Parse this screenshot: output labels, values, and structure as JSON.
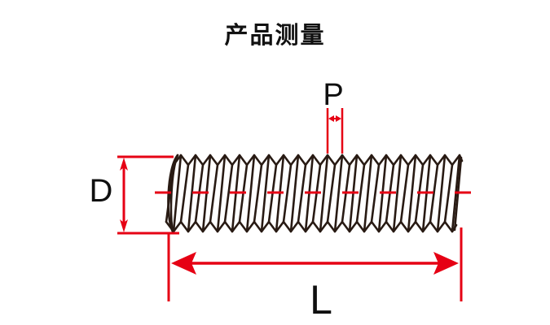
{
  "title": "产品测量",
  "diagram": {
    "labels": {
      "pitch": "P",
      "diameter": "D",
      "length": "L"
    },
    "colors": {
      "dimension_red": "#e60014",
      "thread_outline": "#281a13",
      "label_text": "#0f0f0f",
      "background": "#ffffff"
    }
  }
}
